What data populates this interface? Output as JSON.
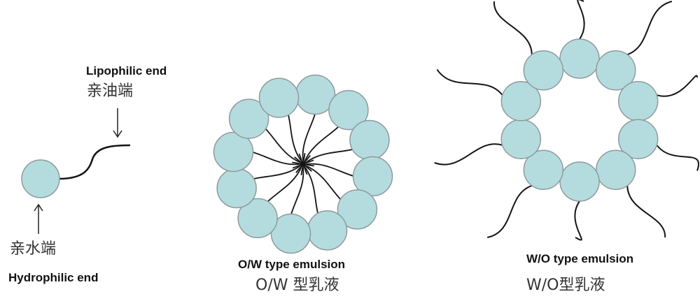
{
  "colors": {
    "head_fill": "#b4dcdf",
    "head_stroke": "#909a9c",
    "tail_stroke": "#141414",
    "arrow_stroke": "#222222"
  },
  "molecule": {
    "lipophilic_label_en": "Lipophilic end",
    "lipophilic_label_cn": "亲油端",
    "hydrophilic_label_cn": "亲水端",
    "hydrophilic_label_en": "Hydrophilic end"
  },
  "ow_emulsion": {
    "label_en": "O/W type emulsion",
    "label_cn": "O/W 型乳液"
  },
  "wo_emulsion": {
    "label_en": "W/O type emulsion",
    "label_cn": "W/O型乳液"
  }
}
